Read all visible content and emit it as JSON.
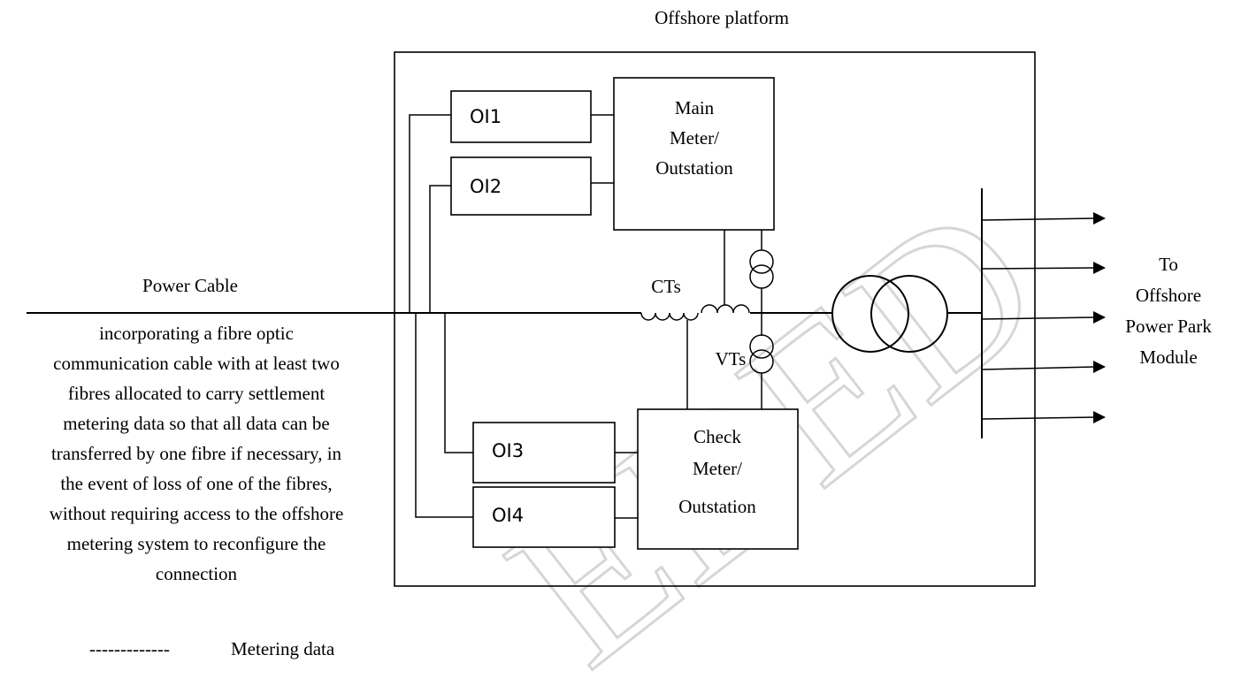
{
  "title": "Offshore platform",
  "power_cable": "Power Cable",
  "description": [
    "incorporating a fibre optic",
    "communication cable with at least two",
    "fibres allocated to carry settlement",
    "metering data so that all data can be",
    "transferred by one fibre if necessary, in",
    "the event of loss of one of the fibres,",
    "without requiring access to the offshore",
    "metering system to reconfigure the",
    "connection"
  ],
  "oi": [
    "OI1",
    "OI2",
    "OI3",
    "OI4"
  ],
  "main_meter": [
    "Main",
    "Meter/",
    "Outstation"
  ],
  "check_meter": [
    "Check",
    "Meter/",
    "Outstation"
  ],
  "cts": "CTs",
  "vts": "VTs",
  "destination": [
    "To",
    "Offshore",
    "Power Park",
    "Module"
  ],
  "legend": {
    "dashes": "-------------",
    "label": "Metering data"
  },
  "watermark": "EDED"
}
